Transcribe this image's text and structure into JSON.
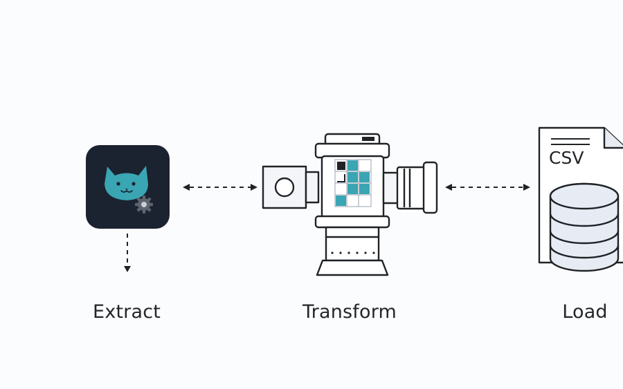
{
  "stages": [
    {
      "label": "Extract",
      "icon": "cat-app-icon"
    },
    {
      "label": "Transform",
      "icon": "transform-machine-icon"
    },
    {
      "label": "Load",
      "icon": "csv-database-icon"
    }
  ],
  "load": {
    "file_label": "CSV"
  },
  "colors": {
    "line": "#1f2326",
    "accent": "#3aa5b3",
    "icon_bg": "#1b2230",
    "fill_light": "#f3f5f8",
    "db_fill": "#e7ebf4",
    "background": "#fbfcfd"
  }
}
